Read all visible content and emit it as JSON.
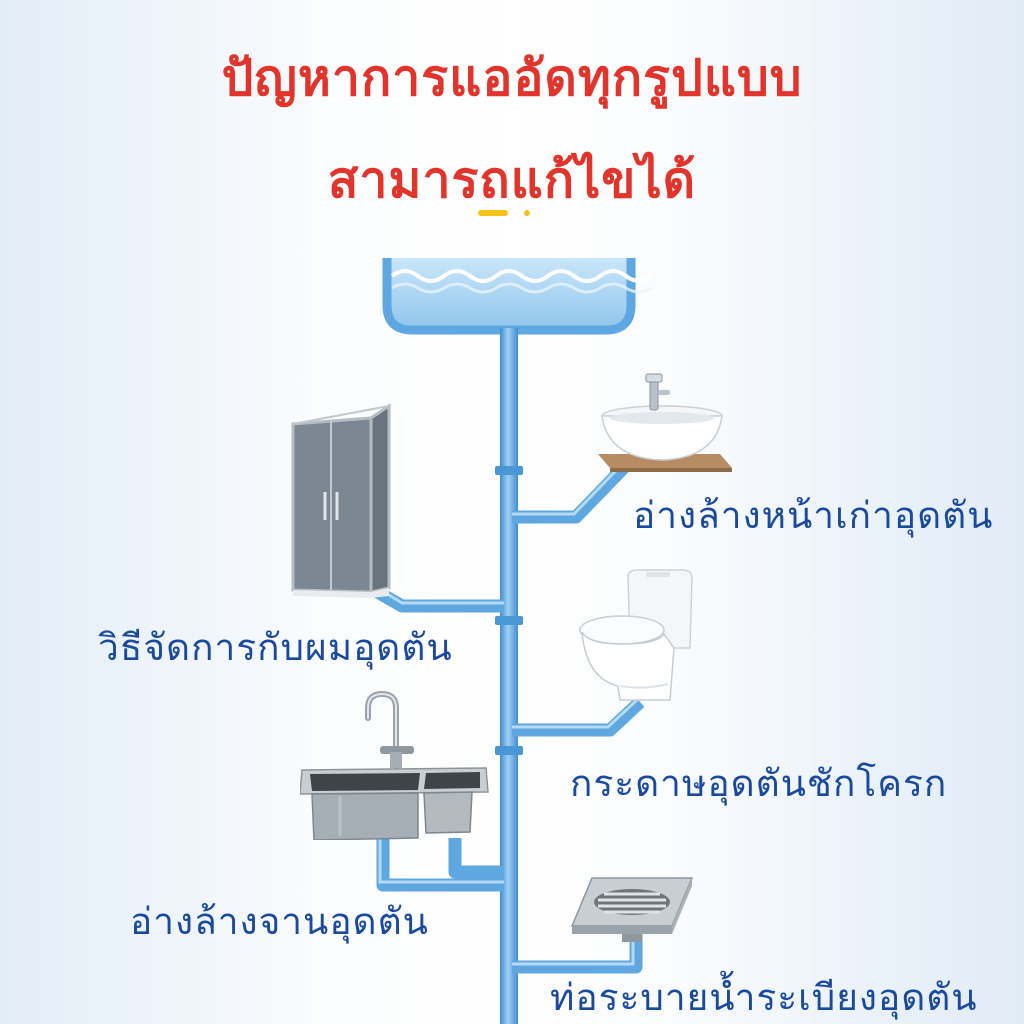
{
  "headline": {
    "line1": "ปัญหาการแออัดทุกรูปแบบ",
    "line2": "สามารถแก้ไขได้"
  },
  "labels": {
    "washbasin": "อ่างล้างหน้าเก่าอุดตัน",
    "shower": "วิธีจัดการกับผมอุดตัน",
    "toilet": "กระดาษอุดตันชักโครก",
    "kitchen_sink": "อ่างล้างจานอุดตัน",
    "floor_drain": "ท่อระบายน้ำระเบียงอุดตัน"
  },
  "colors": {
    "headline": "#e3342b",
    "label": "#1a49a0",
    "pipe": "#5ea7e0",
    "water": "#a9d4f2",
    "accent": "#f5c31a"
  }
}
